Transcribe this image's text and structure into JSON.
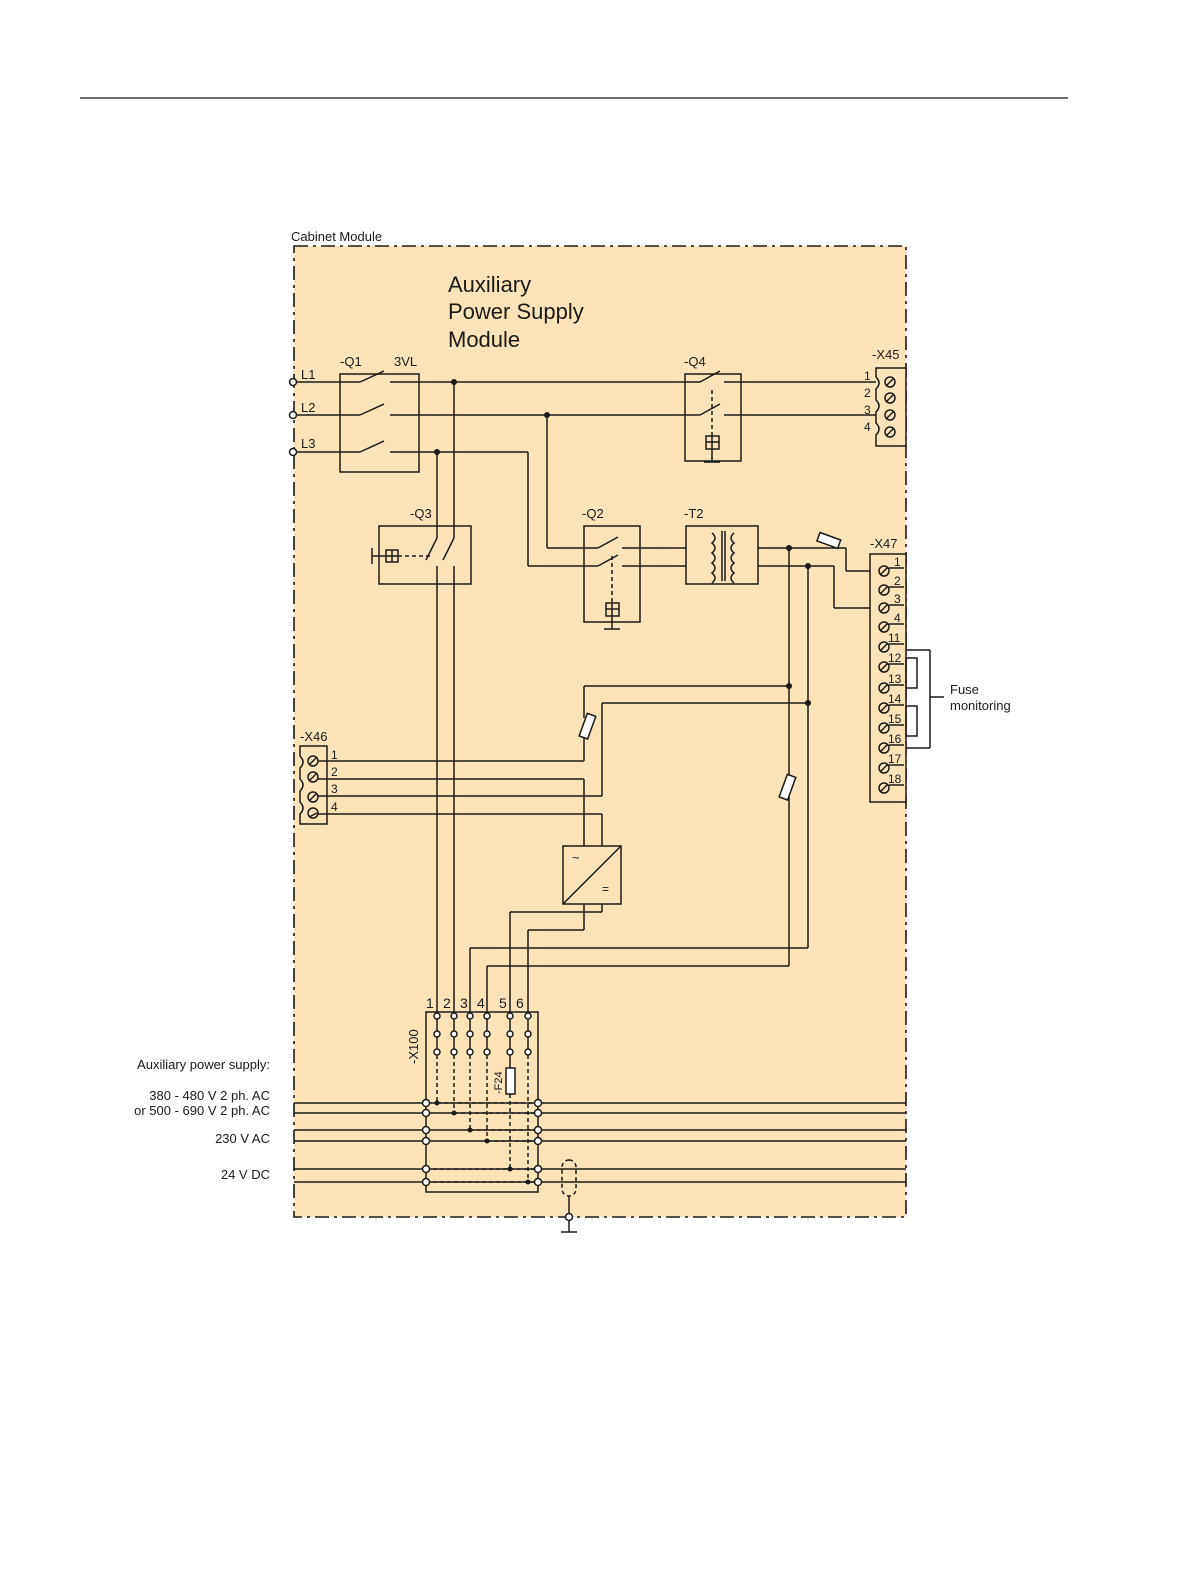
{
  "cabinet_label": "Cabinet Module",
  "module_title": [
    "Auxiliary",
    "Power Supply",
    "Module"
  ],
  "phases": [
    "L1",
    "L2",
    "L3"
  ],
  "components": {
    "q1": "-Q1",
    "q1_type": "3VL",
    "q2": "-Q2",
    "q3": "-Q3",
    "q4": "-Q4",
    "t2": "-T2",
    "x45": "-X45",
    "x46": "-X46",
    "x47": "-X47",
    "x100": "-X100",
    "f24": "-F24"
  },
  "x45_terminals": [
    "1",
    "2",
    "3",
    "4"
  ],
  "x46_terminals": [
    "1",
    "2",
    "3",
    "4"
  ],
  "x47_terminals": [
    "1",
    "2",
    "3",
    "4",
    "11",
    "12",
    "13",
    "14",
    "15",
    "16",
    "17",
    "18"
  ],
  "x100_terminals": [
    "1",
    "2",
    "3",
    "4",
    "5",
    "6"
  ],
  "fuse_monitoring": [
    "Fuse",
    "monitoring"
  ],
  "converter_symbols": {
    "ac": "~",
    "dc": "="
  },
  "aux_supply": {
    "heading": "Auxiliary power supply:",
    "line1": "380 - 480 V 2 ph. AC",
    "line2": "or 500 - 690 V 2 ph. AC",
    "ac230": "230 V AC",
    "dc24": "24 V DC"
  },
  "colors": {
    "module_fill": "#fbe3b7",
    "line": "#1a1a1a"
  }
}
